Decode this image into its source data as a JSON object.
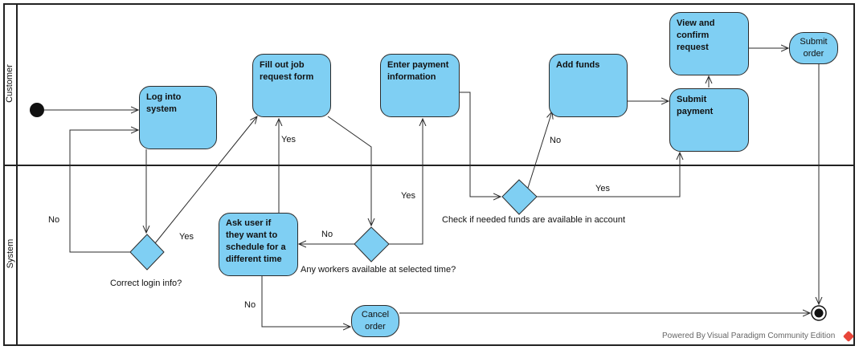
{
  "lanes": {
    "customer": "Customer",
    "system": "System"
  },
  "nodes": {
    "login": "Log into system",
    "fill_form": "Fill out job request form",
    "enter_payment": "Enter payment information",
    "add_funds": "Add funds",
    "submit_payment": "Submit payment",
    "view_confirm": "View and confirm request",
    "submit_order": "Submit order",
    "ask_user": "Ask user if they want to schedule for a different time",
    "cancel_order": "Cancel order"
  },
  "decisions": {
    "login_check": "Correct login info?",
    "workers_check": "Any workers available at selected time?",
    "funds_check": "Check if needed funds are available in account"
  },
  "edge_labels": {
    "login_no": "No",
    "login_yes": "Yes",
    "ask_yes": "Yes",
    "workers_no": "No",
    "workers_yes": "Yes",
    "ask_no": "No",
    "funds_no": "No",
    "funds_yes": "Yes"
  },
  "footer": "Powered By Visual Paradigm Community Edition",
  "colors": {
    "node_fill": "#7fcff3",
    "line": "#2b2b2b",
    "logo": "#e8463a"
  }
}
